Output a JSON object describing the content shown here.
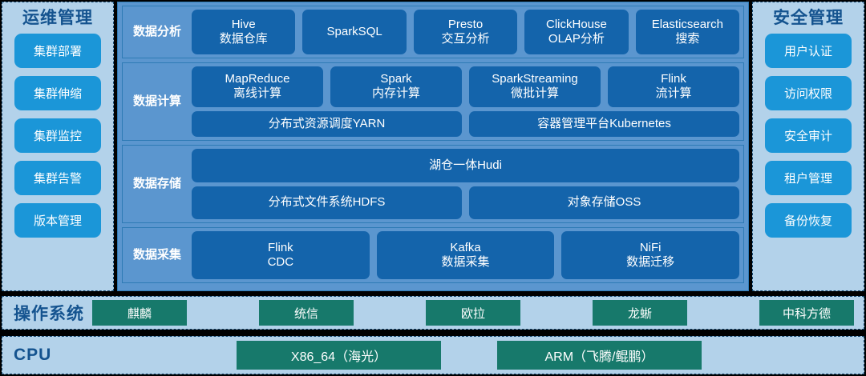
{
  "left_panel": {
    "title": "运维管理",
    "items": [
      {
        "label": "集群部署"
      },
      {
        "label": "集群伸缩"
      },
      {
        "label": "集群监控"
      },
      {
        "label": "集群告警"
      },
      {
        "label": "版本管理"
      }
    ]
  },
  "right_panel": {
    "title": "安全管理",
    "items": [
      {
        "label": "用户认证"
      },
      {
        "label": "访问权限"
      },
      {
        "label": "安全审计"
      },
      {
        "label": "租户管理"
      },
      {
        "label": "备份恢复"
      }
    ]
  },
  "center": {
    "rows": [
      {
        "label": "数据分析",
        "lines": [
          [
            {
              "l1": "Hive",
              "l2": "数据仓库"
            },
            {
              "l1": "SparkSQL",
              "l2": ""
            },
            {
              "l1": "Presto",
              "l2": "交互分析"
            },
            {
              "l1": "ClickHouse",
              "l2": "OLAP分析"
            },
            {
              "l1": "Elasticsearch",
              "l2": "搜索"
            }
          ]
        ]
      },
      {
        "label": "数据计算",
        "lines": [
          [
            {
              "l1": "MapReduce",
              "l2": "离线计算"
            },
            {
              "l1": "Spark",
              "l2": "内存计算"
            },
            {
              "l1": "SparkStreaming",
              "l2": "微批计算"
            },
            {
              "l1": "Flink",
              "l2": "流计算"
            }
          ],
          [
            {
              "l1": "分布式资源调度YARN",
              "l2": ""
            },
            {
              "l1": "容器管理平台Kubernetes",
              "l2": ""
            }
          ]
        ]
      },
      {
        "label": "数据存储",
        "lines": [
          [
            {
              "l1": "湖仓一体Hudi",
              "l2": ""
            }
          ],
          [
            {
              "l1": "分布式文件系统HDFS",
              "l2": ""
            },
            {
              "l1": "对象存储OSS",
              "l2": ""
            }
          ]
        ]
      },
      {
        "label": "数据采集",
        "lines": [
          [
            {
              "l1": "Flink",
              "l2": "CDC"
            },
            {
              "l1": "Kafka",
              "l2": "数据采集"
            },
            {
              "l1": "NiFi",
              "l2": "数据迁移"
            }
          ]
        ]
      }
    ]
  },
  "os_bar": {
    "title": "操作系统",
    "items": [
      {
        "label": "麒麟"
      },
      {
        "label": "统信"
      },
      {
        "label": "欧拉"
      },
      {
        "label": "龙蜥"
      },
      {
        "label": "中科方德"
      }
    ]
  },
  "cpu_bar": {
    "title": "CPU",
    "items": [
      {
        "label": "X86_64（海光）"
      },
      {
        "label": "ARM（飞腾/鲲鹏）"
      }
    ]
  },
  "colors": {
    "page_background": "#000000",
    "panel_background": "#b3d2ea",
    "center_card": "#5b96cf",
    "chip_blue": "#1464ab",
    "side_button_blue": "#1b96d8",
    "green_box": "#17796b",
    "title_blue": "#14538f"
  }
}
